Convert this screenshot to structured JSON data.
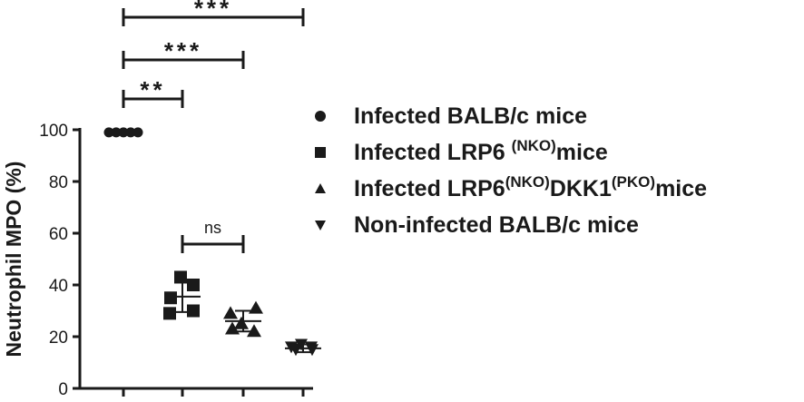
{
  "chart_data": {
    "type": "scatter",
    "ylabel": "Neutrophil MPO (%)",
    "xlabel": "",
    "ylim": [
      0,
      100
    ],
    "yticks": [
      0,
      20,
      40,
      60,
      80,
      100
    ],
    "legend_position": "right",
    "series": [
      {
        "name": "Infected BALB/c mice",
        "marker": "circle",
        "values": [
          99,
          99,
          99,
          99,
          99
        ],
        "mean": 99,
        "sd": 0
      },
      {
        "name": "Infected LRP6 (NKO)mice",
        "marker": "square",
        "values": [
          43,
          40,
          35,
          30,
          29
        ],
        "mean": 35.5,
        "sd": 6
      },
      {
        "name": "Infected LRP6(NKO)DKK1(PKO)mice",
        "marker": "triangle-up",
        "values": [
          31,
          29,
          25,
          23,
          22
        ],
        "mean": 26,
        "sd": 4
      },
      {
        "name": "Non-infected BALB/c mice",
        "marker": "triangle-down",
        "values": [
          17,
          16,
          16,
          15,
          15
        ],
        "mean": 15.5,
        "sd": 1.5
      }
    ],
    "significance": [
      {
        "from": 0,
        "to": 3,
        "label": "***"
      },
      {
        "from": 0,
        "to": 2,
        "label": "***"
      },
      {
        "from": 0,
        "to": 1,
        "label": "**"
      },
      {
        "from": 1,
        "to": 2,
        "label": "ns"
      }
    ]
  },
  "legend": {
    "items": [
      {
        "text": "Infected BALB/c mice",
        "sup": "",
        "text2": "",
        "sup2": "",
        "text3": ""
      },
      {
        "text": "Infected LRP6 ",
        "sup": "(NKO)",
        "text2": "mice",
        "sup2": "",
        "text3": ""
      },
      {
        "text": "Infected LRP6",
        "sup": "(NKO)",
        "text2": "DKK1",
        "sup2": "(PKO)",
        "text3": "mice"
      },
      {
        "text": "Non-infected BALB/c mice",
        "sup": "",
        "text2": "",
        "sup2": "",
        "text3": ""
      }
    ]
  },
  "colors": {
    "ink": "#1a1a1a"
  }
}
